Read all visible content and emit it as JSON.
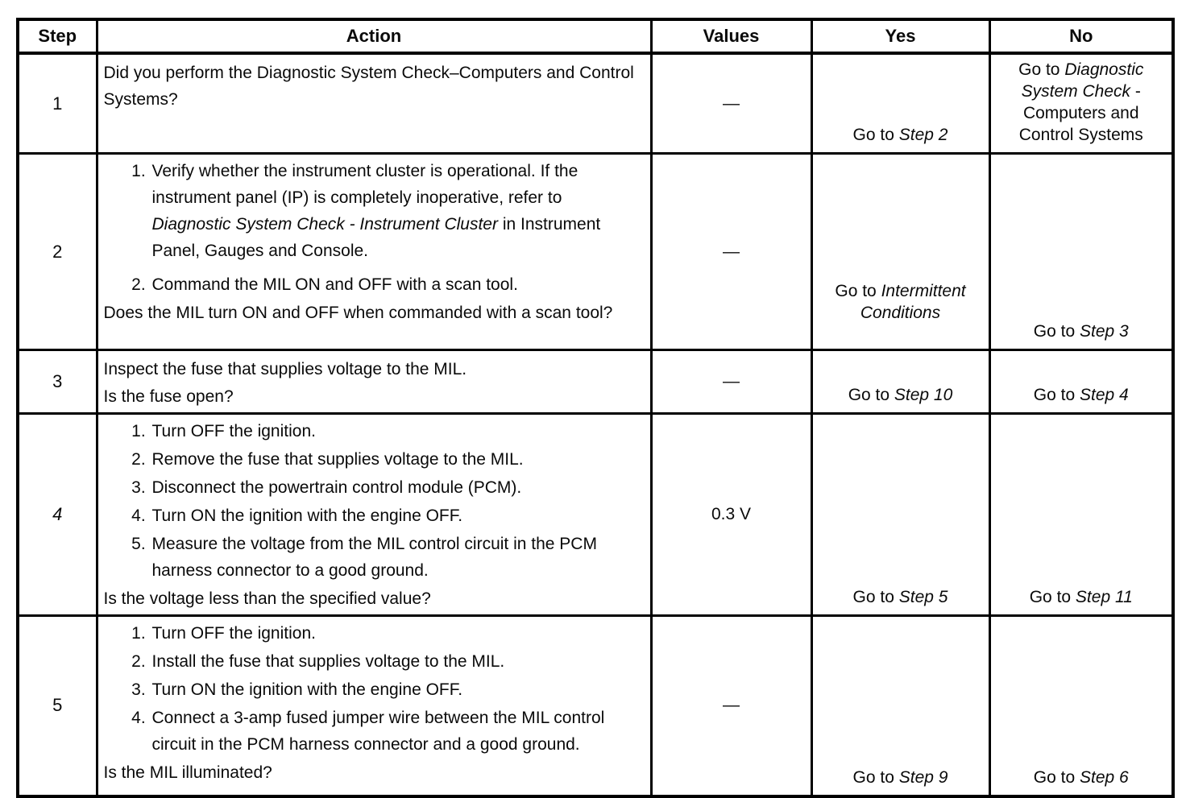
{
  "doc": {
    "headers": {
      "step": "Step",
      "action": "Action",
      "values": "Values",
      "yes": "Yes",
      "no": "No"
    },
    "rows": [
      {
        "step": "1",
        "question": "Did you perform the Diagnostic System Check–Computers and Control Systems?",
        "values": "—",
        "yes": {
          "pre": "Go to ",
          "it": "Step 2"
        },
        "no_lines": [
          {
            "pre": "Go to ",
            "it": "Diagnostic"
          },
          {
            "it": "System Check",
            "post": " -"
          },
          {
            "pre": "Computers and"
          },
          {
            "pre": "Control Systems"
          }
        ]
      },
      {
        "step": "2",
        "items": [
          {
            "pre": "Verify whether the instrument cluster is operational. If the instrument panel (IP) is completely inoperative, refer to ",
            "it": "Diagnostic System Check - Instrument Cluster",
            "post": " in Instrument Panel, Gauges and Console."
          },
          {
            "pre": "Command the MIL ON and OFF with a scan tool."
          }
        ],
        "question": "Does the MIL turn ON and OFF when commanded with a scan tool?",
        "values": "—",
        "yes_lines": [
          {
            "pre": "Go to ",
            "it": "Intermittent"
          },
          {
            "it": "Conditions"
          }
        ],
        "no": {
          "pre": "Go to ",
          "it": "Step 3"
        }
      },
      {
        "step": "3",
        "line": "Inspect the fuse that supplies voltage to the MIL.",
        "question": "Is the fuse open?",
        "values": "—",
        "yes": {
          "pre": "Go to ",
          "it": "Step 10"
        },
        "no": {
          "pre": "Go to ",
          "it": "Step 4"
        }
      },
      {
        "step": "4",
        "items": [
          {
            "pre": "Turn OFF the ignition."
          },
          {
            "pre": "Remove the fuse that supplies voltage to the MIL."
          },
          {
            "pre": "Disconnect the powertrain control module (PCM)."
          },
          {
            "pre": "Turn ON the ignition with the engine OFF."
          },
          {
            "pre": "Measure the voltage from the MIL control circuit in the PCM harness connector to a good ground."
          }
        ],
        "question": "Is the voltage less than the specified value?",
        "values": "0.3 V",
        "yes": {
          "pre": "Go to ",
          "it": "Step 5"
        },
        "no": {
          "pre": "Go to ",
          "it": "Step 11"
        }
      },
      {
        "step": "5",
        "items": [
          {
            "pre": "Turn OFF the ignition."
          },
          {
            "pre": "Install the fuse that supplies voltage to the MIL."
          },
          {
            "pre": "Turn ON the ignition with the engine OFF."
          },
          {
            "pre": "Connect a 3-amp fused jumper wire between the MIL control circuit in the PCM harness connector and a good ground."
          }
        ],
        "question": "Is the MIL illuminated?",
        "values": "—",
        "yes": {
          "pre": "Go to ",
          "it": "Step 9"
        },
        "no": {
          "pre": "Go to ",
          "it": "Step 6"
        }
      }
    ]
  }
}
